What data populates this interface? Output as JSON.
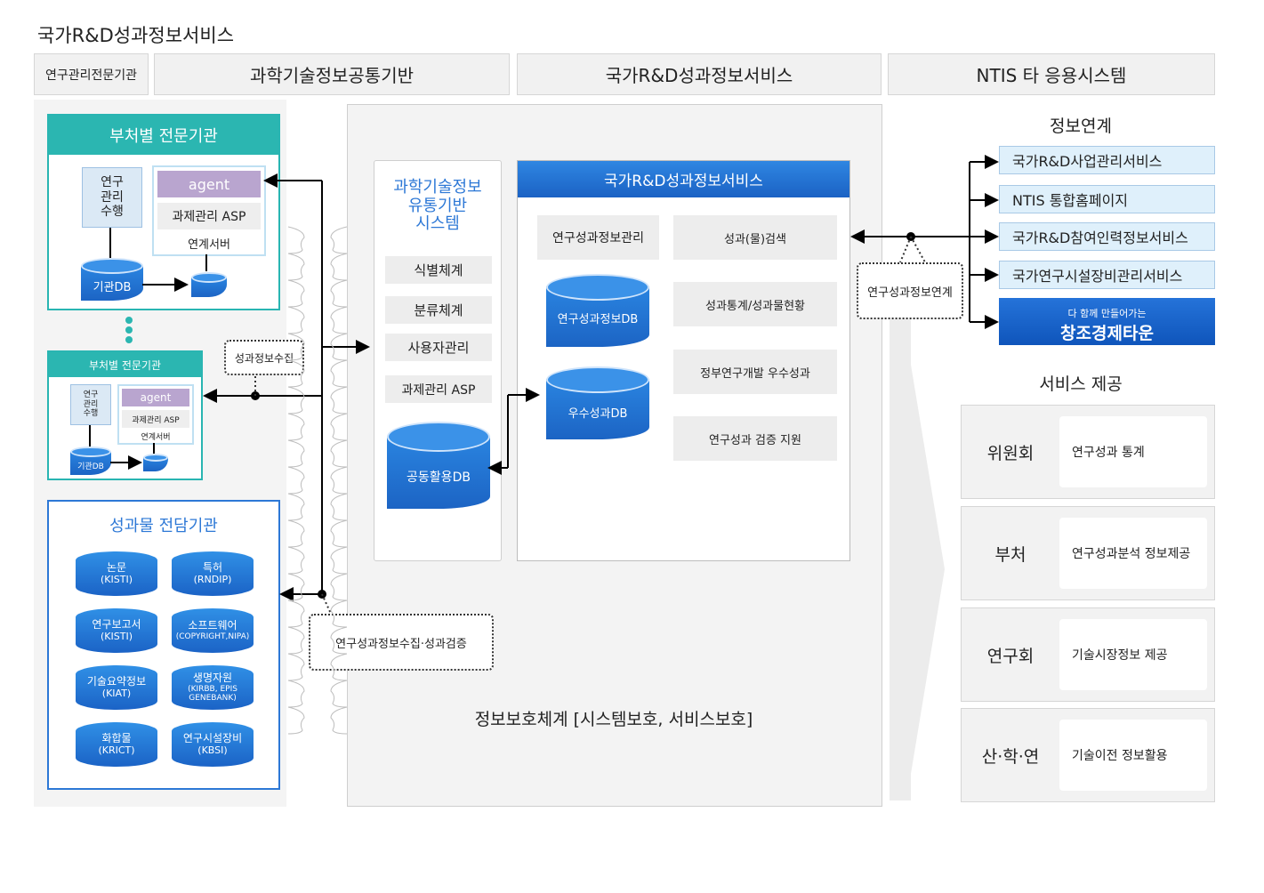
{
  "page_title": "국가R&D성과정보서비스",
  "columns": [
    "연구관리전문기관",
    "과학기술정보공통기반",
    "국가R&D성과정보서비스",
    "NTIS 타 응용시스템"
  ],
  "agency1": {
    "title": "부처별 전문기관",
    "research": "연구\n관리\n수행",
    "agent": "agent",
    "asp": "과제관리 ASP",
    "link_server": "연계서버",
    "db": "기관DB"
  },
  "agency2": {
    "title": "부처별 전문기관",
    "research": "연구\n관리\n수행",
    "agent": "agent",
    "asp": "과제관리 ASP",
    "link_server": "연계서버",
    "db": "기관DB"
  },
  "collect_label": "성과정보수집",
  "outcome": {
    "title": "성과물 전담기관",
    "items": [
      {
        "line1": "논문",
        "line2": "(KISTI)"
      },
      {
        "line1": "특허",
        "line2": "(RNDIP)"
      },
      {
        "line1": "연구보고서",
        "line2": "(KISTI)"
      },
      {
        "line1": "소프트웨어",
        "line2": "(COPYRIGHT,NIPA)"
      },
      {
        "line1": "기술요약정보",
        "line2": "(KIAT)"
      },
      {
        "line1": "생명자원",
        "line2": "(KIRBB, EPIS\nGENEBANK)"
      },
      {
        "line1": "화합물",
        "line2": "(KRICT)"
      },
      {
        "line1": "연구시설장비",
        "line2": "(KBSI)"
      }
    ]
  },
  "verify_label": "연구성과정보수집·성과검증",
  "sci": {
    "title": "과학기술정보\n유통기반\n시스템",
    "items": [
      "식별체계",
      "분류체계",
      "사용자관리",
      "과제관리 ASP"
    ],
    "db": "공동활용DB"
  },
  "rnd": {
    "title": "국가R&D성과정보서비스",
    "mgmt": "연구성과정보관리",
    "db1": "연구성과정보DB",
    "db2": "우수성과DB",
    "items": [
      "성과(물)검색",
      "성과통계/성과물현황",
      "정부연구개발 우수성과",
      "연구성과 검증 지원"
    ]
  },
  "security": "정보보호체계 [시스템보호, 서비스보호]",
  "link_label": "연구성과정보연계",
  "info_link": {
    "title": "정보연계",
    "items": [
      "국가R&D사업관리서비스",
      "NTIS 통합홈페이지",
      "국가R&D참여인력정보서비스",
      "국가연구시설장비관리서비스"
    ],
    "creative": {
      "small": "다 함께 만들어가는",
      "big": "창조경제타운"
    }
  },
  "service": {
    "title": "서비스 제공",
    "rows": [
      {
        "role": "위원회",
        "desc": "연구성과 통계"
      },
      {
        "role": "부처",
        "desc": "연구성과분석 정보제공"
      },
      {
        "role": "연구회",
        "desc": "기술시장정보 제공"
      },
      {
        "role": "산·학·연",
        "desc": "기술이전 정보활용"
      }
    ]
  },
  "colors": {
    "teal": "#2bb6b1",
    "blue": "#1f6fd6",
    "agent": "#b9a5cf"
  }
}
